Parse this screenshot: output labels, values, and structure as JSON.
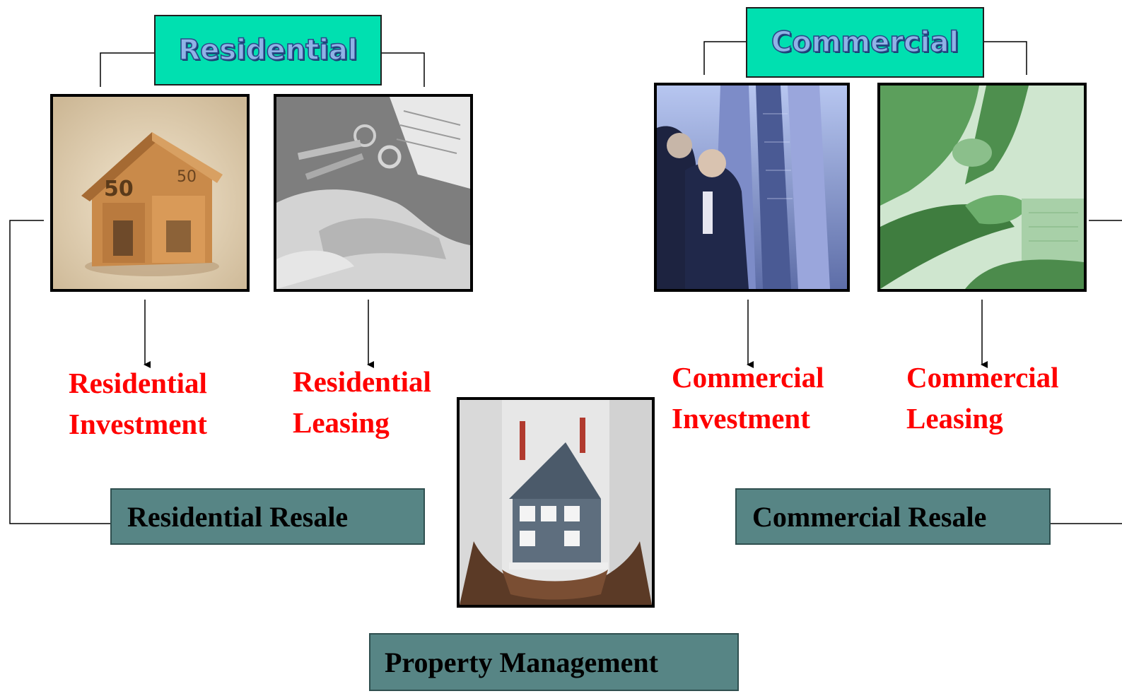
{
  "headers": {
    "residential": "Residential",
    "commercial": "Commercial"
  },
  "labels": {
    "residential_investment": [
      "Residential",
      "Investment"
    ],
    "residential_leasing": [
      "Residential",
      "Leasing"
    ],
    "commercial_investment": [
      "Commercial",
      "Investment"
    ],
    "commercial_leasing": [
      "Commercial",
      "Leasing"
    ]
  },
  "boxes": {
    "residential_resale": "Residential Resale",
    "commercial_resale": "Commercial Resale",
    "property_management": "Property Management"
  },
  "photos": {
    "residential_investment": "euro-banknote-house-photo",
    "residential_leasing": "handshake-with-keys-photo",
    "commercial_investment": "businessmen-skyscrapers-photo",
    "commercial_leasing": "green-tinted-handshake-photo",
    "property_management": "hands-holding-model-house-photo"
  },
  "colors": {
    "header_fill": "#00e0b0",
    "box_fill": "#578585",
    "label_text": "#ff0000"
  }
}
